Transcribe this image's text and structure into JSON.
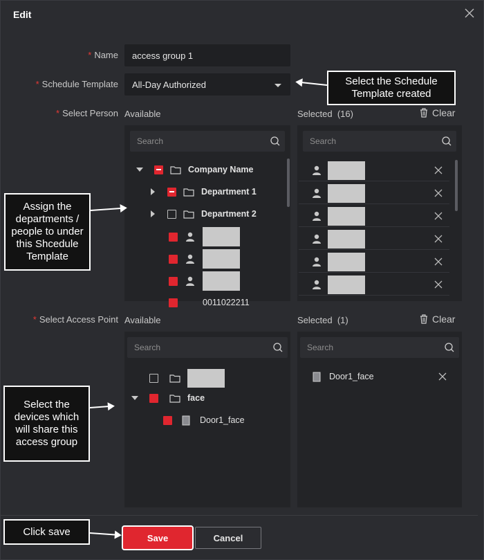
{
  "dialog": {
    "title": "Edit"
  },
  "form": {
    "name_label": "Name",
    "name_value": "access group 1",
    "schedule_label": "Schedule Template",
    "schedule_value": "All-Day Authorized",
    "select_person_label": "Select Person",
    "select_access_point_label": "Select Access Point",
    "required_marker": "*"
  },
  "person": {
    "available_label": "Available",
    "selected_label": "Selected",
    "selected_count": "(16)",
    "clear_label": "Clear",
    "search_placeholder": "Search",
    "tree": {
      "root": "Company Name",
      "dept1": "Department 1",
      "dept2": "Department 2",
      "cut_off_item": "0011022211"
    }
  },
  "access_point": {
    "available_label": "Available",
    "selected_label": "Selected",
    "selected_count": "(1)",
    "clear_label": "Clear",
    "search_placeholder": "Search",
    "tree": {
      "group": "face",
      "device": "Door1_face"
    },
    "selected_items": [
      "Door1_face"
    ]
  },
  "buttons": {
    "save": "Save",
    "cancel": "Cancel"
  },
  "annotations": {
    "schedule": "Select the Schedule Template created",
    "assign": "Assign the departments / people to under this Shcedule Template",
    "devices": "Select the devices which will share this access group",
    "save": "Click save"
  },
  "colors": {
    "accent": "#e0262f",
    "panel": "#232427",
    "background": "#2b2c30"
  },
  "icons": [
    "close-icon",
    "chevron-down-icon",
    "search-icon",
    "trash-icon",
    "folder-icon",
    "person-icon",
    "device-icon",
    "remove-icon"
  ]
}
